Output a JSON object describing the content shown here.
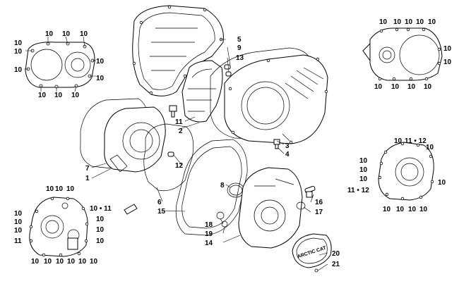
{
  "callouts": {
    "c_tl_a": "10",
    "c_tl_b": "10",
    "c_tl_c": "10",
    "c_tl_d": "10",
    "c_tl_e": "10",
    "c_tl_f": "10",
    "c_tl_g": "10",
    "c_tl_h": "10",
    "c_tl_i": "10",
    "c_tl_j": "10",
    "c_tl_k": "10",
    "c_5": "5",
    "c_9": "9",
    "c_13": "13",
    "c_tr_a": "10",
    "c_tr_b": "10",
    "c_tr_c": "10",
    "c_tr_d": "10",
    "c_tr_e": "10",
    "c_tr_f": "10",
    "c_tr_g": "10",
    "c_tr_h": "10",
    "c_tr_i": "10",
    "c_tr_j": "10",
    "c_tr_k": "10",
    "c_11a": "11",
    "c_2": "2",
    "c_3": "3",
    "c_4": "4",
    "c_7": "7",
    "c_1": "1",
    "c_12a": "12",
    "c_6": "6",
    "c_15": "15",
    "c_8": "8",
    "c_16": "16",
    "c_17": "17",
    "c_18": "18",
    "c_19": "19",
    "c_14": "14",
    "c_20": "20",
    "c_21": "21",
    "c_mr_a": "10",
    "c_mr_b": "11 • 12",
    "c_mr_c": "10",
    "c_mr_d": "10",
    "c_mr_e": "10",
    "c_mr_f": "10",
    "c_mr_g": "11 • 12",
    "c_mr_h": "10",
    "c_mr_i": "10",
    "c_mr_j": "10",
    "c_mr_k": "10",
    "c_mr_l": "10",
    "c_bl_a": "10",
    "c_bl_b": "10",
    "c_bl_c": "10",
    "c_bl_d": "10",
    "c_bl_e": "10 • 11",
    "c_bl_f": "10",
    "c_bl_g": "10",
    "c_bl_h": "10",
    "c_bl_i": "10",
    "c_bl_j": "11",
    "c_bl_k": "10",
    "c_bl_l": "10",
    "c_bl_m": "10",
    "c_bl_n": "10",
    "c_bl_o": "10",
    "c_bl_p": "10",
    "c_bl_q": "10"
  },
  "logo_text": "ARCTIC CAT"
}
